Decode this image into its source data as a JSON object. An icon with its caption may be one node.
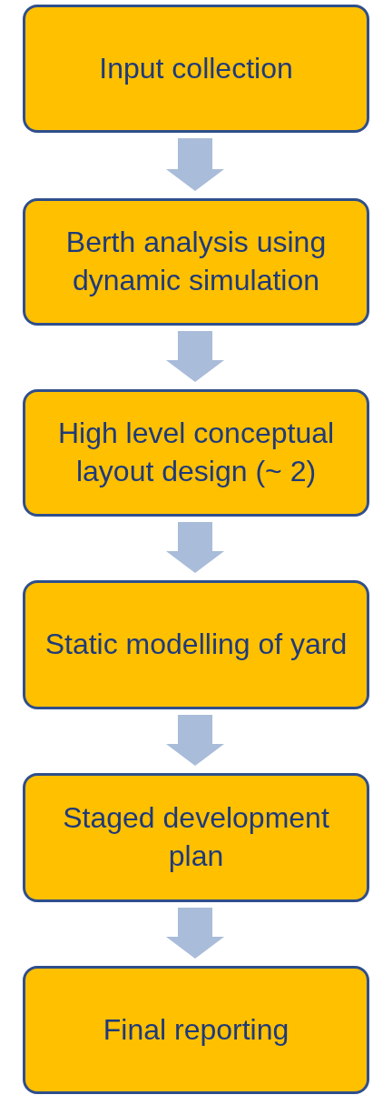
{
  "diagram": {
    "nodes": [
      {
        "text": [
          "Input collection"
        ]
      },
      {
        "text": [
          "Berth analysis using dynamic simulation"
        ]
      },
      {
        "text": [
          "High level conceptual layout design (~ 2)"
        ]
      },
      {
        "text": [
          "Static modelling of yard"
        ]
      },
      {
        "text": [
          "Staged development plan"
        ]
      },
      {
        "text": [
          "Final reporting"
        ]
      }
    ],
    "edges": [
      {
        "from": 0,
        "to": 1,
        "arrow": "to"
      },
      {
        "from": 1,
        "to": 2,
        "arrow": "to"
      },
      {
        "from": 2,
        "to": 3,
        "arrow": "to"
      },
      {
        "from": 3,
        "to": 4,
        "arrow": "to"
      },
      {
        "from": 4,
        "to": 5,
        "arrow": "to"
      }
    ]
  }
}
